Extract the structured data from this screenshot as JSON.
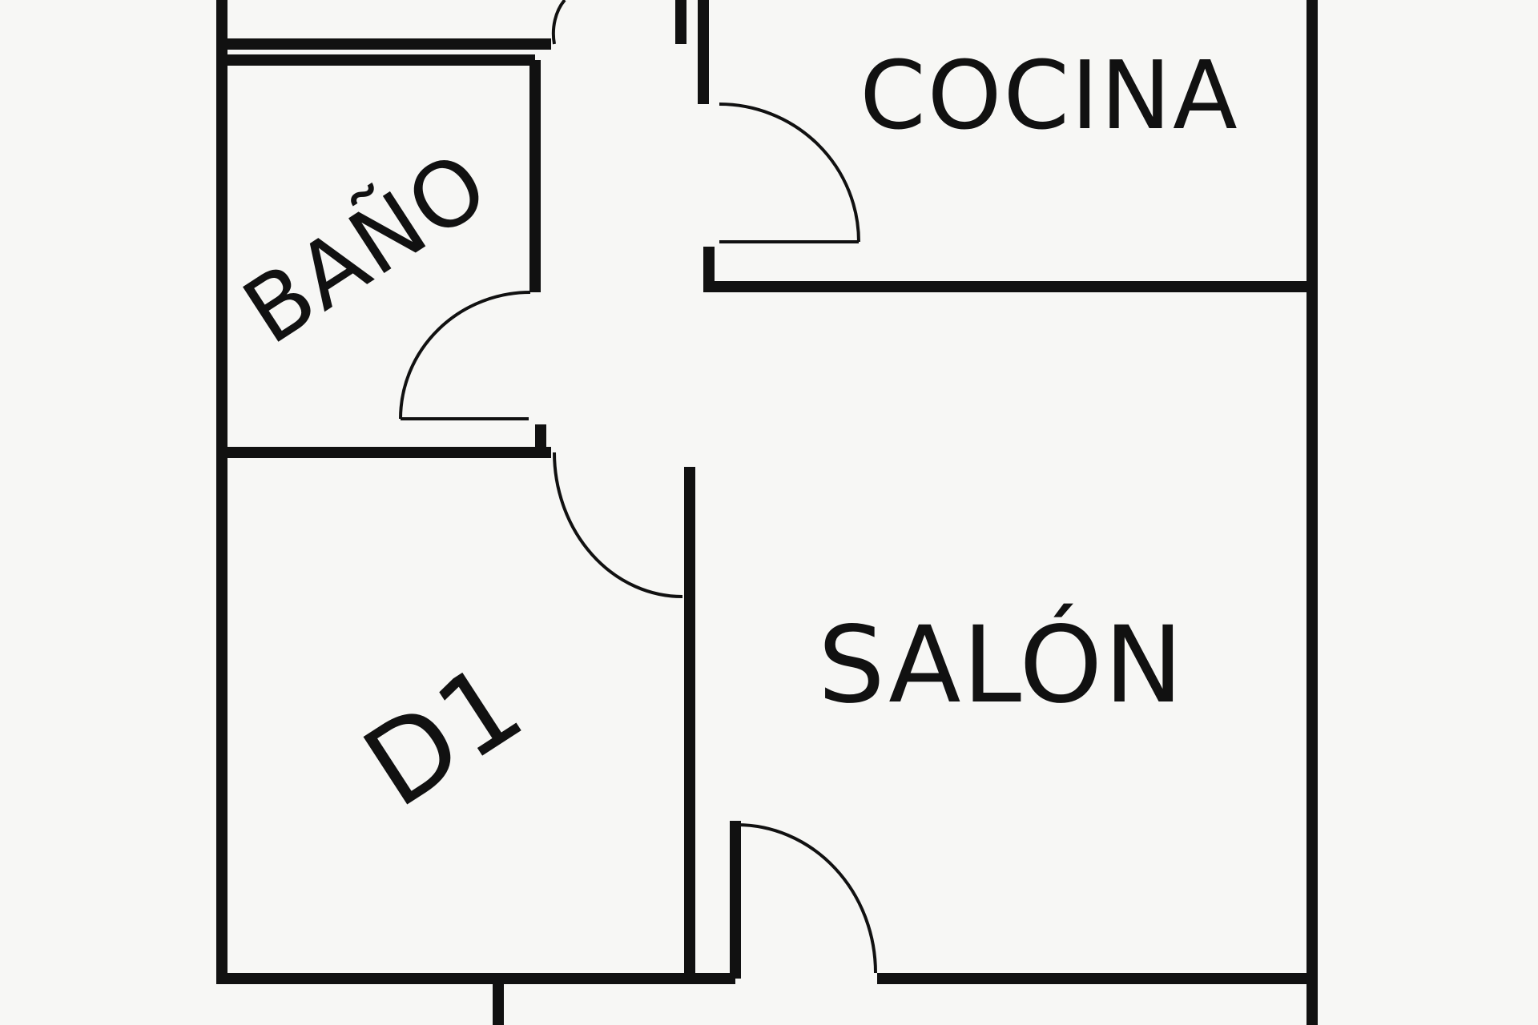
{
  "rooms": {
    "cocina": "COCINA",
    "bano": "BAÑO",
    "salon": "SALÓN",
    "d1": "D1"
  },
  "colors": {
    "background": "#f7f7f5",
    "ink": "#111111"
  }
}
